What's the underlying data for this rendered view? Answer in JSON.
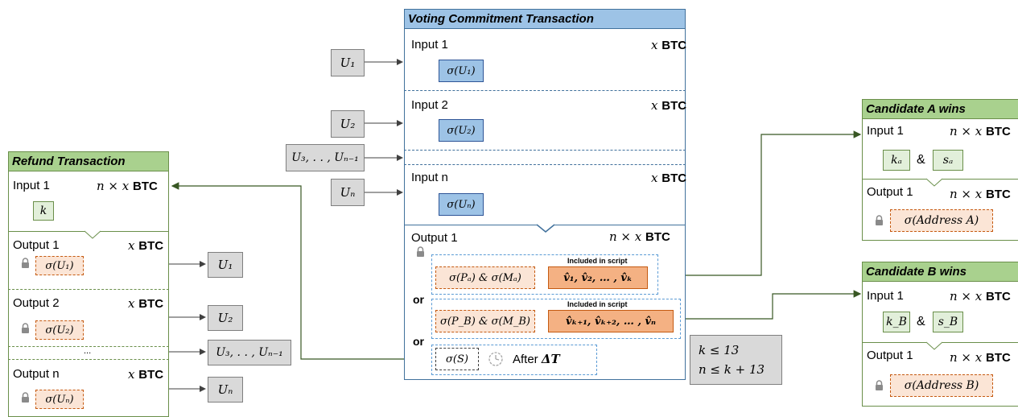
{
  "refund": {
    "title": "Refund Transaction",
    "input_label": "Input 1",
    "input_amount_math": "n × x",
    "btc": "BTC",
    "input_key": "k",
    "outputs": [
      {
        "label": "Output 1",
        "amount_math": "x",
        "script": "σ(U₁)",
        "dest": "U₁"
      },
      {
        "label": "Output 2",
        "amount_math": "x",
        "script": "σ(U₂)",
        "dest": "U₂"
      },
      {
        "label": "Output n",
        "amount_math": "x",
        "script": "σ(Uₙ)",
        "dest": "Uₙ"
      }
    ],
    "ellipsis": "...",
    "middle_dest": "U₃, . . , Uₙ₋₁"
  },
  "voting": {
    "title": "Voting Commitment Transaction",
    "btc": "BTC",
    "inputs": [
      {
        "label": "Input 1",
        "amount_math": "x",
        "sig": "σ(U₁)",
        "source": "U₁"
      },
      {
        "label": "Input 2",
        "amount_math": "x",
        "sig": "σ(U₂)",
        "source": "U₂"
      },
      {
        "label": "Input n",
        "amount_math": "x",
        "sig": "σ(Uₙ)",
        "source": "Uₙ"
      }
    ],
    "middle_source": "U₃, . . , Uₙ₋₁",
    "output_label": "Output 1",
    "output_amount_math": "n × x",
    "included_label": "Included in script",
    "branch_a_sig": "σ(Pₐ) & σ(Mₐ)",
    "branch_a_votes": "v̂₁, v̂₂, … , v̂ₖ",
    "branch_b_sig": "σ(P_B) & σ(M_B)",
    "branch_b_votes": "v̂ₖ₊₁, v̂ₖ₊₂, … , v̂ₙ",
    "or_word": "or",
    "timeout_sig": "σ(S)",
    "after_label": "After",
    "delta_t": "ΔT"
  },
  "constraints": {
    "line1": "k ≤ 13",
    "line2": "n ≤ k + 13"
  },
  "candidate_a": {
    "title": "Candidate A wins",
    "input_label": "Input 1",
    "input_amount_math": "n × x",
    "btc": "BTC",
    "key": "kₐ",
    "amp": "&",
    "secret": "sₐ",
    "output_label": "Output 1",
    "output_amount_math": "n × x",
    "address": "σ(Address A)"
  },
  "candidate_b": {
    "title": "Candidate B wins",
    "input_label": "Input 1",
    "input_amount_math": "n × x",
    "btc": "BTC",
    "key": "k_B",
    "amp": "&",
    "secret": "s_B",
    "output_label": "Output 1",
    "output_amount_math": "n × x",
    "address": "σ(Address B)"
  }
}
